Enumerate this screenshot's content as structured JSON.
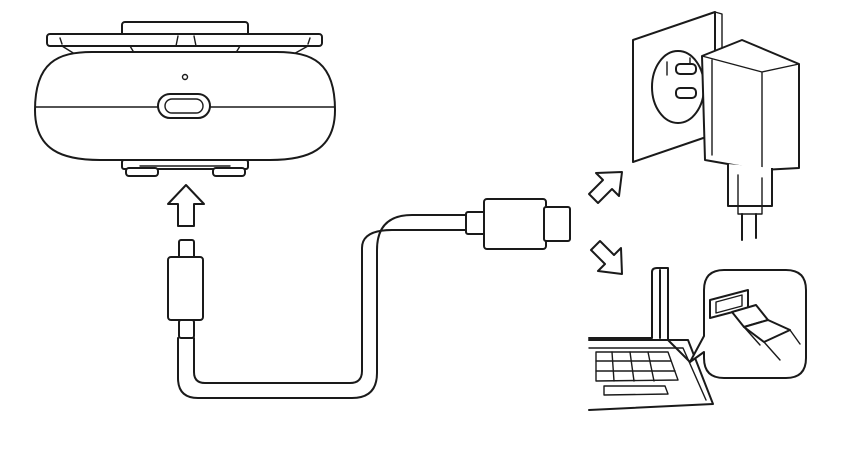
{
  "figure": {
    "components": [
      {
        "id": "speaker-device",
        "icon": "round-speaker-with-suction-base"
      },
      {
        "id": "usb-c-plug",
        "icon": "usb-c-connector"
      },
      {
        "id": "charging-cable",
        "icon": "cable"
      },
      {
        "id": "usb-a-plug",
        "icon": "usb-a-connector"
      },
      {
        "id": "wall-adapter",
        "icon": "wall-socket-with-power-adapter"
      },
      {
        "id": "laptop",
        "icon": "laptop-computer"
      },
      {
        "id": "laptop-usb-port-zoom",
        "icon": "usb-port-detail-callout"
      }
    ],
    "arrows": [
      {
        "id": "insert-arrow",
        "direction": "up"
      },
      {
        "id": "to-adapter-arrow",
        "direction": "up-right"
      },
      {
        "id": "to-laptop-arrow",
        "direction": "down-right"
      }
    ],
    "colors": {
      "line": "#1a1a1a",
      "background": "#ffffff"
    }
  }
}
